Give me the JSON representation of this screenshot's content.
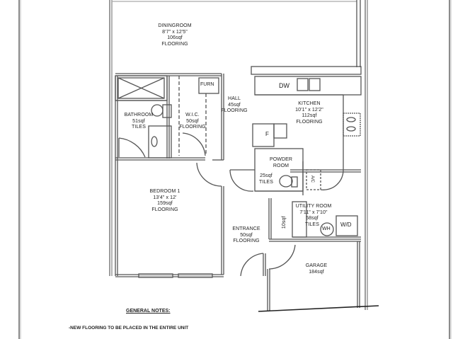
{
  "rooms": {
    "diningroom": {
      "name": "DININGROOM",
      "size": "8'7\" x 12'5\"",
      "area": "106sqf",
      "finish": "FLOORING"
    },
    "bathroom": {
      "name": "BATHROOM",
      "area": "51sqf",
      "finish": "TILES"
    },
    "wic": {
      "name": "W.I.C.",
      "area": "50sqf",
      "finish": "FLOORING"
    },
    "hall": {
      "name": "HALL",
      "area": "45sqf",
      "finish": "FLOORING"
    },
    "kitchen": {
      "name": "KITCHEN",
      "size": "10'1\" x 12'2\"",
      "area": "112sqf",
      "finish": "FLOORING"
    },
    "powder_room": {
      "name_line1": "POWDER",
      "name_line2": "ROOM",
      "area": "25sqf",
      "finish": "TILES"
    },
    "bedroom1": {
      "name": "BEDROOM 1",
      "size": "13'4\" x 12'",
      "area": "159sqf",
      "finish": "FLOORING"
    },
    "utility_room": {
      "name": "UTILITY ROOM",
      "size": "7'11\" x 7'10\"",
      "area": "58sqf",
      "finish": "TILES"
    },
    "entrance": {
      "name": "ENTRANCE",
      "area": "50sqf",
      "finish": "FLOORING"
    },
    "closet": {
      "area": "10sqf"
    },
    "garage": {
      "name": "GARAGE",
      "area": "184sqf"
    }
  },
  "fixtures": {
    "furnace": "FURN",
    "dishwasher": "DW",
    "fridge": "F",
    "water_heater": "WH",
    "washer_dryer": "W/D",
    "ac": "A/C"
  },
  "notes": {
    "title": "GENERAL NOTES:",
    "items": [
      "-NEW FLOORING TO BE PLACED IN THE ENTIRE UNIT"
    ]
  }
}
